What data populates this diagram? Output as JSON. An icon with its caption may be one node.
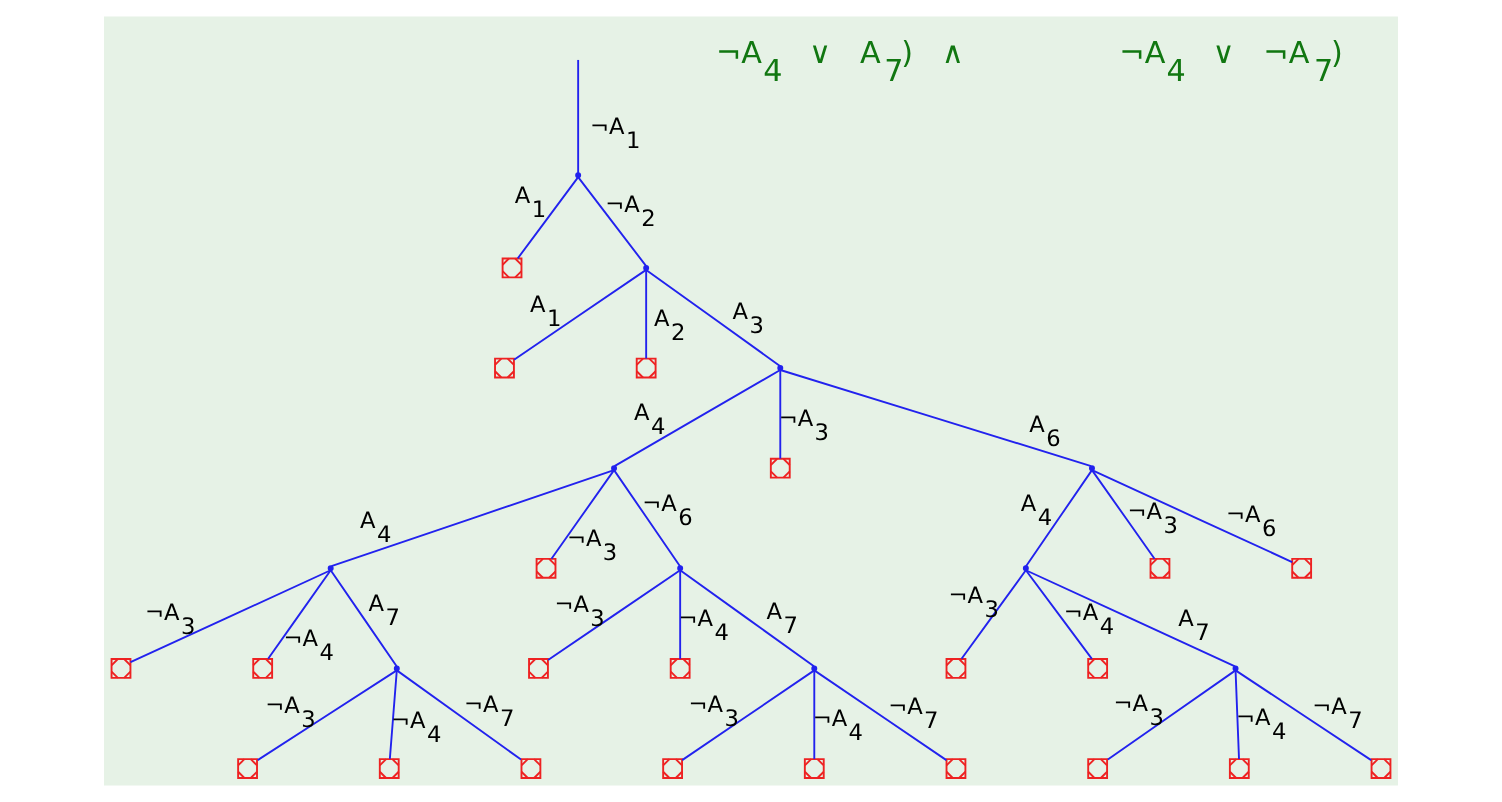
{
  "diagram": {
    "nodes": [
      {
        "text": [],
        "shape": "point"
      },
      {
        "text": [],
        "shape": "cross"
      },
      {
        "text": [],
        "shape": "point"
      },
      {
        "text": [],
        "shape": "cross"
      },
      {
        "text": [],
        "shape": "cross"
      },
      {
        "text": [],
        "shape": "point"
      },
      {
        "text": [],
        "shape": "point"
      },
      {
        "text": [],
        "shape": "point"
      },
      {
        "text": [],
        "shape": "cross"
      },
      {
        "text": [],
        "shape": "point"
      },
      {
        "text": [],
        "shape": "point"
      },
      {
        "text": [],
        "shape": "point"
      },
      {
        "text": [],
        "shape": "cross"
      },
      {
        "text": [],
        "shape": "cross"
      },
      {
        "text": [],
        "shape": "cross"
      },
      {
        "text": [],
        "shape": "point"
      },
      {
        "text": [],
        "shape": "point"
      },
      {
        "text": [],
        "shape": "point"
      },
      {
        "text": [],
        "shape": "cross"
      },
      {
        "text": [],
        "shape": "cross"
      },
      {
        "text": [],
        "shape": "cross"
      },
      {
        "text": [],
        "shape": "cross"
      },
      {
        "text": [],
        "shape": "cross"
      },
      {
        "text": [],
        "shape": "cross"
      },
      {
        "text": [],
        "shape": "cross"
      },
      {
        "text": [],
        "shape": "cross"
      },
      {
        "text": [],
        "shape": "cross"
      },
      {
        "text": [],
        "shape": "cross"
      },
      {
        "text": [],
        "shape": "cross"
      },
      {
        "text": [],
        "shape": "cross"
      },
      {
        "text": [],
        "shape": "cross"
      },
      {
        "text": [],
        "shape": "cross"
      },
      {
        "text": [],
        "shape": "cross"
      }
    ],
    "edges": [
      {
        "from": null,
        "to": 0,
        "arrow": "none",
        "label": "¬A$_{1}$"
      },
      {
        "from": 0,
        "to": 1,
        "arrow": "none",
        "label": "A$_{1}$"
      },
      {
        "from": 0,
        "to": 2,
        "arrow": "none",
        "label": "¬A$_{2}$"
      },
      {
        "from": 2,
        "to": 3,
        "arrow": "none",
        "label": "A$_{1}$"
      },
      {
        "from": 2,
        "to": 4,
        "arrow": "none",
        "label": "A$_{2}$"
      },
      {
        "from": 2,
        "to": 5,
        "arrow": "none",
        "label": "A$_{3}$"
      },
      {
        "from": 5,
        "to": 6,
        "arrow": "none",
        "label": "A$_{4}$"
      },
      {
        "from": 5,
        "to": 8,
        "arrow": "none",
        "label": "¬A$_{3}$"
      },
      {
        "from": 5,
        "to": 7,
        "arrow": "none",
        "label": "A$_{6}$"
      },
      {
        "from": 6,
        "to": 9,
        "arrow": "none",
        "label": "A$_{4}$"
      },
      {
        "from": 6,
        "to": 12,
        "arrow": "none",
        "label": "¬A$_{3}$"
      },
      {
        "from": 6,
        "to": 10,
        "arrow": "none",
        "label": "¬A$_{6}$"
      },
      {
        "from": 7,
        "to": 11,
        "arrow": "none",
        "label": "A$_{4}$"
      },
      {
        "from": 7,
        "to": 13,
        "arrow": "none",
        "label": "¬A$_{3}$"
      },
      {
        "from": 7,
        "to": 14,
        "arrow": "none",
        "label": "¬A$_{6}$"
      },
      {
        "from": 9,
        "to": 18,
        "arrow": "none",
        "label": "¬A$_{3}$"
      },
      {
        "from": 9,
        "to": 19,
        "arrow": "none",
        "label": "¬A$_{4}$"
      },
      {
        "from": 9,
        "to": 15,
        "arrow": "none",
        "label": "A$_{7}$"
      },
      {
        "from": 10,
        "to": 20,
        "arrow": "none",
        "label": "¬A$_{3}$"
      },
      {
        "from": 10,
        "to": 21,
        "arrow": "none",
        "label": "¬A$_{4}$"
      },
      {
        "from": 10,
        "to": 16,
        "arrow": "none",
        "label": "A$_{7}$"
      },
      {
        "from": 11,
        "to": 22,
        "arrow": "none",
        "label": "¬A$_{3}$"
      },
      {
        "from": 11,
        "to": 23,
        "arrow": "none",
        "label": "¬A$_{4}$"
      },
      {
        "from": 11,
        "to": 17,
        "arrow": "none",
        "label": "A$_{7}$"
      },
      {
        "from": 15,
        "to": 24,
        "arrow": "none",
        "label": "¬A$_{3}$"
      },
      {
        "from": 15,
        "to": 25,
        "arrow": "none",
        "label": "¬A$_{4}$"
      },
      {
        "from": 15,
        "to": 26,
        "arrow": "none",
        "label": "¬A$_{7}$"
      },
      {
        "from": 16,
        "to": 27,
        "arrow": "none",
        "label": "¬A$_{3}$"
      },
      {
        "from": 16,
        "to": 28,
        "arrow": "none",
        "label": "¬A$_{4}$"
      },
      {
        "from": 16,
        "to": 29,
        "arrow": "none",
        "label": "¬A$_{7}$"
      },
      {
        "from": 17,
        "to": 30,
        "arrow": "none",
        "label": "¬A$_{3}$"
      },
      {
        "from": 17,
        "to": 31,
        "arrow": "none",
        "label": "¬A$_{4}$"
      },
      {
        "from": 17,
        "to": 32,
        "arrow": "none",
        "label": "¬A$_{7}$"
      }
    ],
    "labels": [
      "¬A$_{4}$ ∨ A$_{7}$) ∧",
      "¬A$_{4}$ ∨ ¬A$_{7}$)"
    ]
  }
}
